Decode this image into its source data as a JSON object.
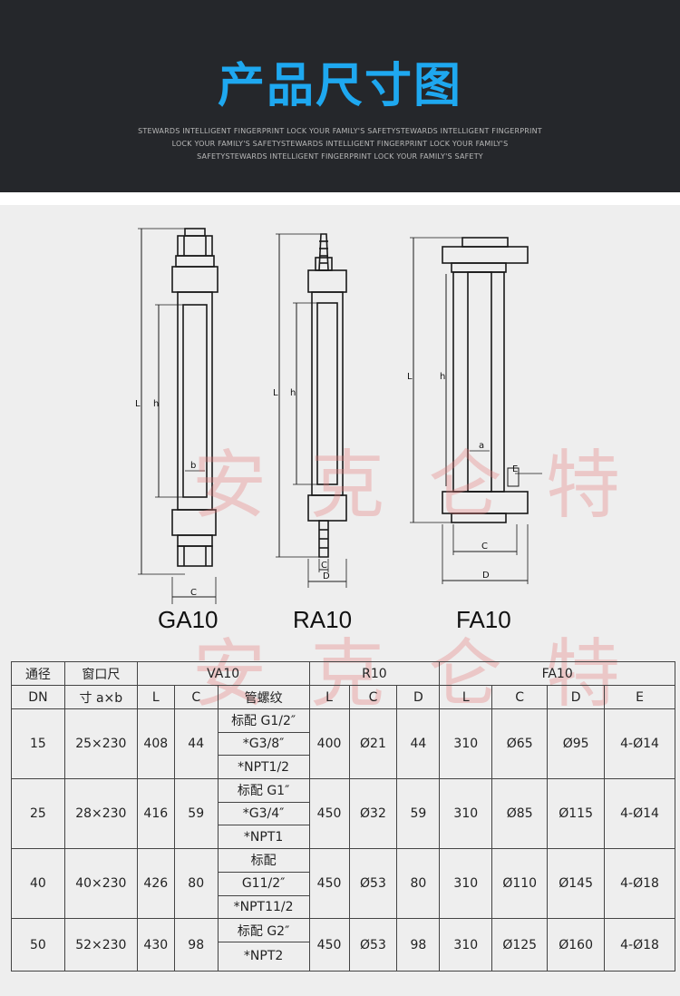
{
  "header": {
    "title": "产品尺寸图",
    "subtitle_lines": [
      "STEWARDS INTELLIGENT FINGERPRINT LOCK YOUR FAMILY'S SAFETYSTEWARDS INTELLIGENT FINGERPRINT",
      "LOCK YOUR FAMILY'S SAFETYSTEWARDS INTELLIGENT FINGERPRINT LOCK YOUR FAMILY'S",
      "SAFETYSTEWARDS INTELLIGENT FINGERPRINT LOCK YOUR FAMILY'S SAFETY"
    ]
  },
  "watermark": "安克仑特",
  "drawing": {
    "models": [
      "GA10",
      "RA10",
      "FA10"
    ],
    "dim_labels": {
      "L": "L",
      "h": "h",
      "a": "a",
      "b": "b",
      "c": "C",
      "d": "D",
      "e": "E"
    }
  },
  "table": {
    "head1": {
      "bore": "通径",
      "window": "窗口尺",
      "va": "VA10",
      "r": "R10",
      "fa": "FA10"
    },
    "head2": {
      "dn": "DN",
      "window_dim": "寸 a×b",
      "va_L": "L",
      "va_C": "C",
      "thread": "管螺纹",
      "r_L": "L",
      "r_C": "C",
      "r_D": "D",
      "fa_L": "L",
      "fa_C": "C",
      "fa_D": "D",
      "fa_E": "E"
    },
    "rows": [
      {
        "dn": "15",
        "window": "25×230",
        "va_L": "408",
        "va_C": "44",
        "threads": [
          "标配 G1/2″",
          "*G3/8″",
          "*NPT1/2"
        ],
        "r_L": "400",
        "r_C": "Ø21",
        "r_D": "44",
        "fa_L": "310",
        "fa_C": "Ø65",
        "fa_D": "Ø95",
        "fa_E": "4-Ø14"
      },
      {
        "dn": "25",
        "window": "28×230",
        "va_L": "416",
        "va_C": "59",
        "threads": [
          "标配 G1″",
          "*G3/4″",
          "*NPT1"
        ],
        "r_L": "450",
        "r_C": "Ø32",
        "r_D": "59",
        "fa_L": "310",
        "fa_C": "Ø85",
        "fa_D": "Ø115",
        "fa_E": "4-Ø14"
      },
      {
        "dn": "40",
        "window": "40×230",
        "va_L": "426",
        "va_C": "80",
        "threads": [
          "标配",
          "G11/2″",
          "*NPT11/2"
        ],
        "r_L": "450",
        "r_C": "Ø53",
        "r_D": "80",
        "fa_L": "310",
        "fa_C": "Ø110",
        "fa_D": "Ø145",
        "fa_E": "4-Ø18"
      },
      {
        "dn": "50",
        "window": "52×230",
        "va_L": "430",
        "va_C": "98",
        "threads": [
          "标配 G2″",
          "*NPT2"
        ],
        "r_L": "450",
        "r_C": "Ø53",
        "r_D": "98",
        "fa_L": "310",
        "fa_C": "Ø125",
        "fa_D": "Ø160",
        "fa_E": "4-Ø18"
      }
    ]
  }
}
